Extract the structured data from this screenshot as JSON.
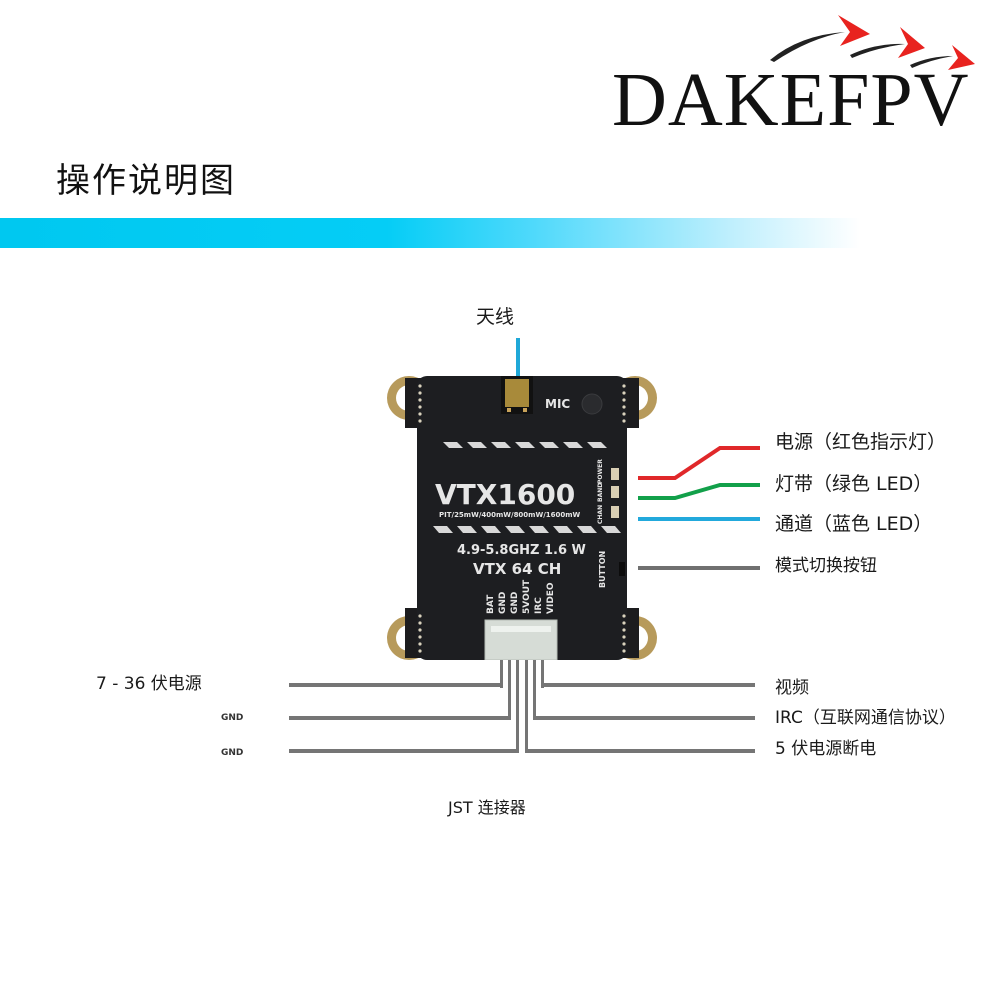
{
  "brand": {
    "logo_text": "DAKEFPV",
    "logo_icon": "red-arrow-swoosh-icon",
    "arrow_color": "#e8231f"
  },
  "header": {
    "title": "操作说明图",
    "band_color": "#00c8f0"
  },
  "antenna": {
    "label": "天线",
    "line_color": "#1fa8d8"
  },
  "board": {
    "model": "VTX1600",
    "power_levels": "PIT/25mW/400mW/800mW/1600mW",
    "frequency": "4.9-5.8GHZ  1.6 W",
    "channels": "VTX  64 CH",
    "mic_label": "MIC",
    "led_labels": [
      "POWER",
      "BAND",
      "CHAN"
    ],
    "button_label": "BUTTON",
    "pins": [
      "BAT",
      "GND",
      "GND",
      "5VOUT",
      "IRC",
      "VIDEO"
    ]
  },
  "right_callouts": [
    {
      "label": "电源（红色指示灯）",
      "color": "#e0282a"
    },
    {
      "label": "灯带（绿色 LED）",
      "color": "#12a04a"
    },
    {
      "label": "通道（蓝色 LED）",
      "color": "#22a9dc"
    },
    {
      "label": "模式切换按钮",
      "color": "#707070"
    }
  ],
  "left_pins": [
    {
      "label": "7 - 36 伏电源"
    },
    {
      "label": "GND"
    },
    {
      "label": "GND"
    }
  ],
  "right_pins": [
    {
      "label": "视频"
    },
    {
      "label": "IRC（互联网通信协议）"
    },
    {
      "label": "5 伏电源断电"
    }
  ],
  "connector": {
    "label": "JST 连接器",
    "wire_color": "#757575"
  }
}
